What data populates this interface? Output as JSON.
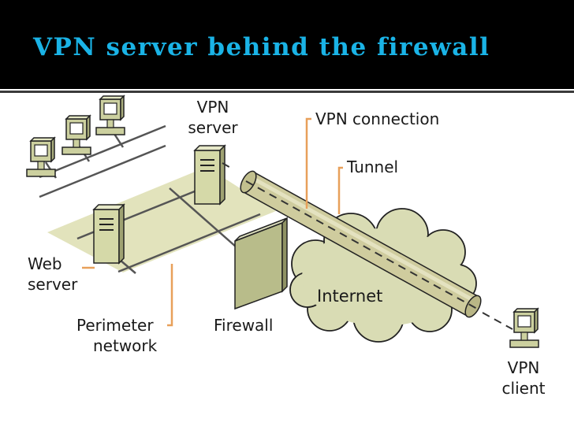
{
  "slide": {
    "title": "VPN server behind the firewall"
  },
  "diagram": {
    "labels": {
      "vpn_server_line1": "VPN",
      "vpn_server_line2": "server",
      "vpn_connection": "VPN connection",
      "tunnel": "Tunnel",
      "web_server_line1": "Web",
      "web_server_line2": "server",
      "perimeter_line1": "Perimeter",
      "perimeter_line2": "network",
      "firewall": "Firewall",
      "internet": "Internet",
      "vpn_client_line1": "VPN",
      "vpn_client_line2": "client"
    },
    "colors": {
      "title_text": "#1ab3e6",
      "perimeter_zone": "#e2e3bc",
      "device_fill": "#d5d9a8",
      "tunnel_fill": "#cfcc9e",
      "leader_line": "#e8a05a",
      "cloud_fill": "#d9dcb4"
    }
  }
}
